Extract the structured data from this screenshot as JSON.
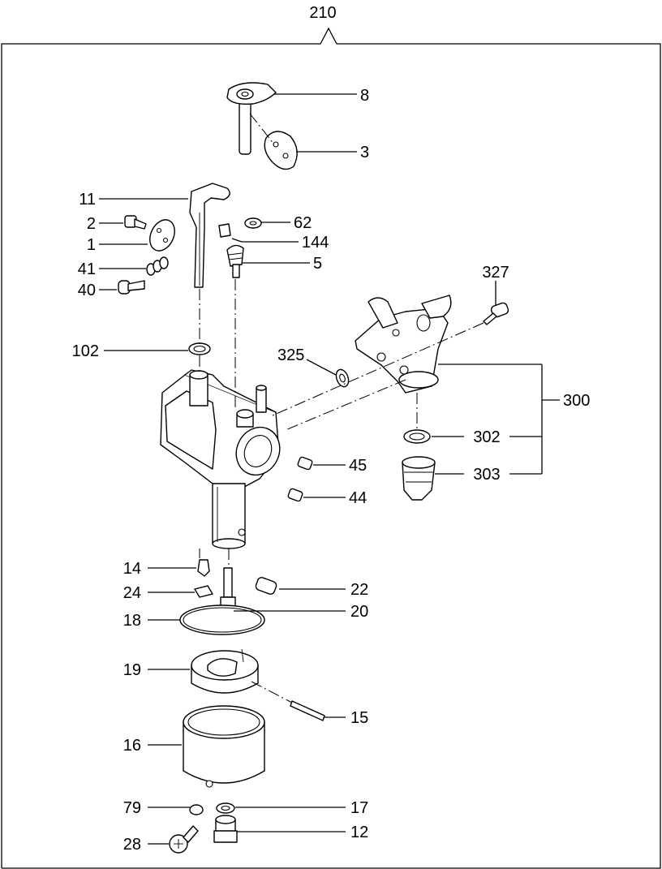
{
  "assembly_number": "210",
  "sub_assembly_number": "300",
  "callouts": {
    "c8": "8",
    "c3": "3",
    "c11": "11",
    "c2": "2",
    "c62": "62",
    "c1": "1",
    "c144": "144",
    "c41": "41",
    "c5": "5",
    "c40": "40",
    "c327": "327",
    "c102": "102",
    "c325": "325",
    "c300": "300",
    "c302": "302",
    "c303": "303",
    "c45": "45",
    "c44": "44",
    "c14": "14",
    "c24": "24",
    "c22": "22",
    "c18": "18",
    "c20": "20",
    "c19": "19",
    "c15": "15",
    "c16": "16",
    "c79": "79",
    "c17": "17",
    "c28": "28",
    "c12": "12"
  }
}
